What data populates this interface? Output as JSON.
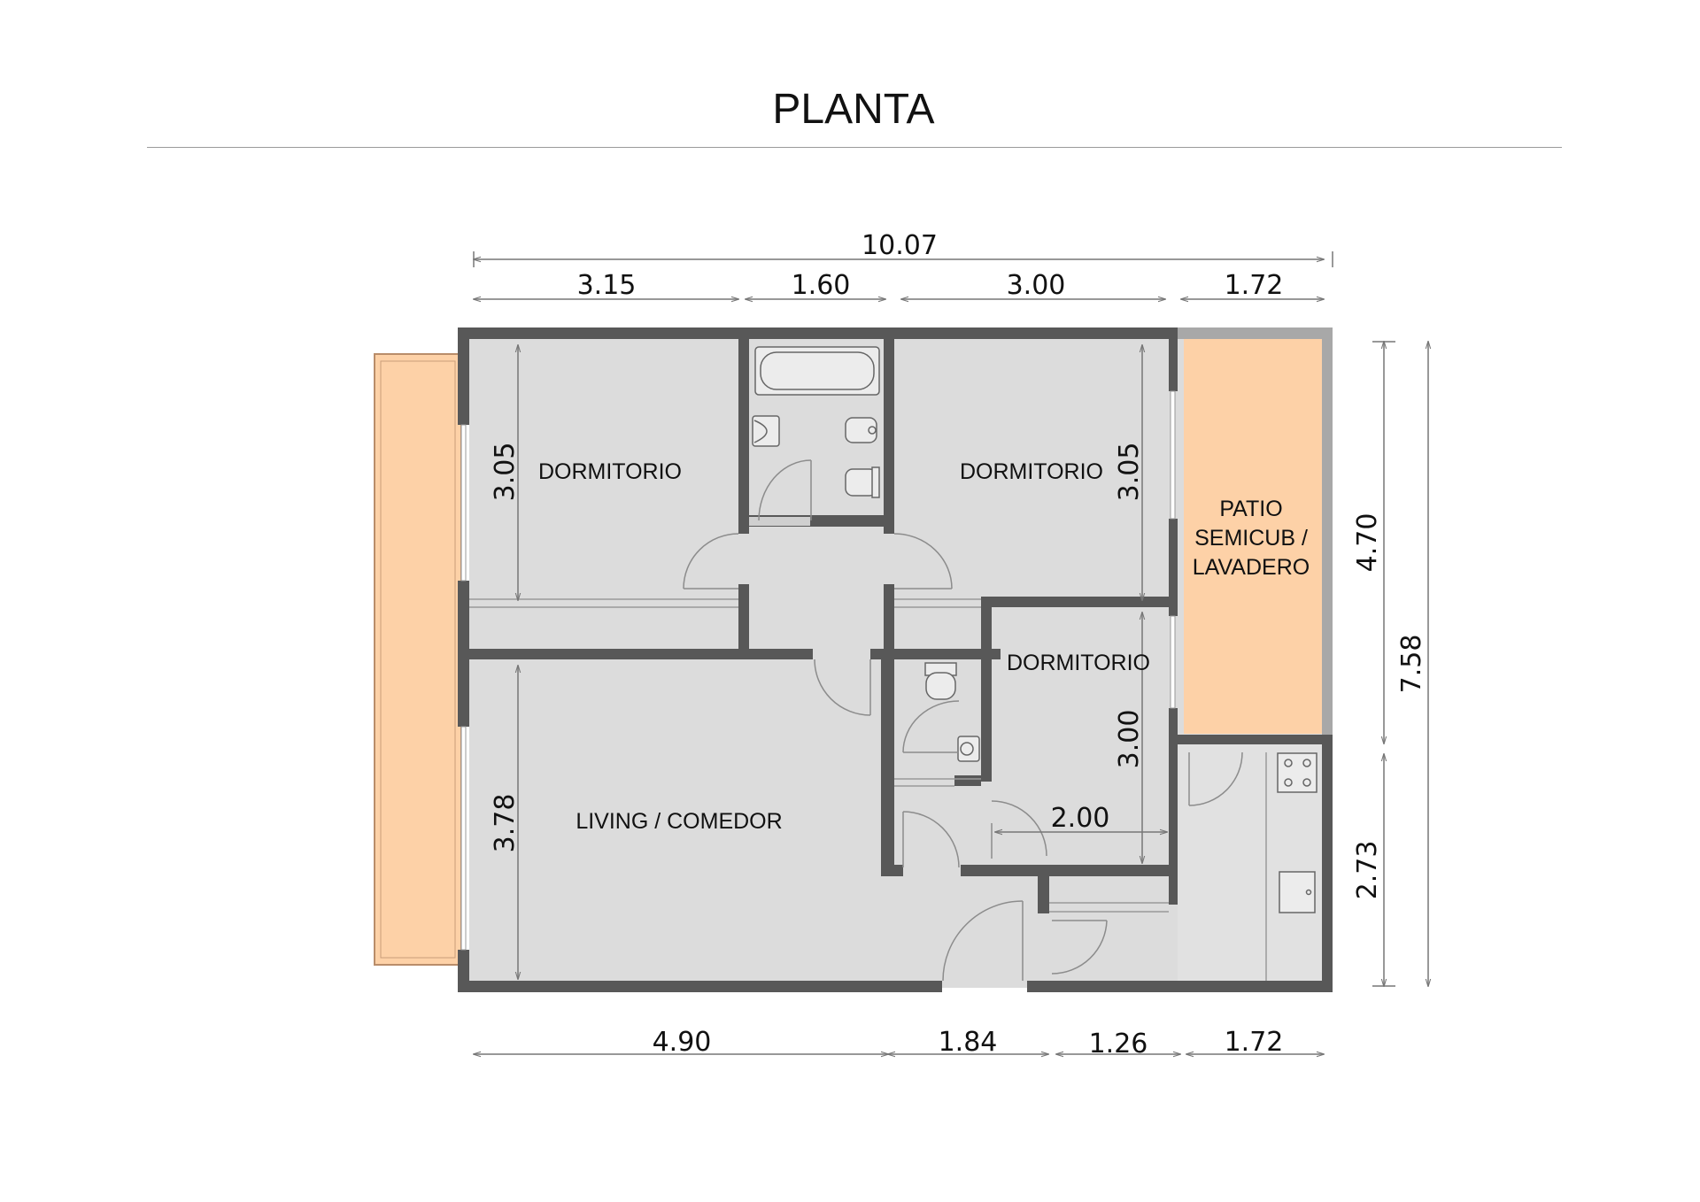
{
  "title": "PLANTA",
  "rooms": {
    "bedroom_1": "DORMITORIO",
    "bedroom_2": "DORMITORIO",
    "bedroom_3": "DORMITORIO",
    "living": "LIVING / COMEDOR",
    "patio_line1": "PATIO",
    "patio_line2": "SEMICUB /",
    "patio_line3": "LAVADERO"
  },
  "dimensions": {
    "top_total": "10.07",
    "top_segments": [
      "3.15",
      "1.60",
      "3.00",
      "1.72"
    ],
    "bottom_segments": [
      "4.90",
      "1.84",
      "1.26",
      "1.72"
    ],
    "right_total": "7.58",
    "right_upper": "4.70",
    "right_lower": "2.73",
    "bedroom_1_depth": "3.05",
    "bedroom_2_depth": "3.05",
    "bedroom_3_depth": "3.00",
    "bedroom_3_width": "2.00",
    "living_depth": "3.78"
  }
}
